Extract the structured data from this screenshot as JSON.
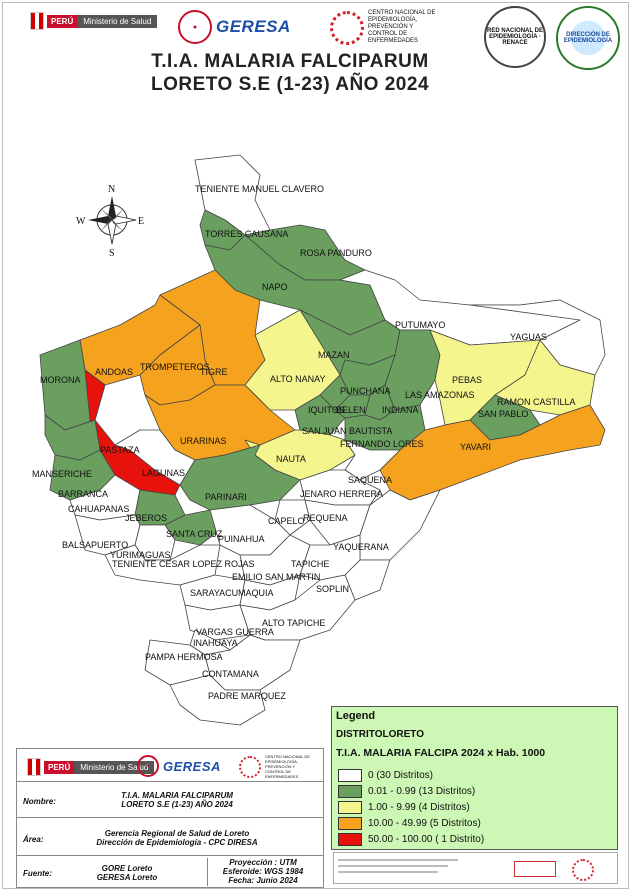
{
  "header": {
    "ministerio": {
      "tag": "PERÚ",
      "text": "Ministerio de Salud"
    },
    "geresa": "GERESA",
    "cdc_text": "CENTRO NACIONAL DE EPIDEMIOLOGÍA, PREVENCIÓN Y CONTROL DE ENFERMEDADES",
    "renace": "RED NACIONAL DE EPIDEMIOLOGÍA · RENACE",
    "diresa": "DIRECCIÓN DE EPIDEMIOLOGÍA"
  },
  "title": {
    "line1": "T.I.A. MALARIA FALCIPARUM",
    "line2": "LORETO S.E (1-23) AÑO  2024"
  },
  "compass": {
    "n": "N",
    "s": "S",
    "e": "E",
    "w": "W"
  },
  "colors": {
    "c0": "#ffffff",
    "c1": "#6a9f60",
    "c2": "#f5f58e",
    "c3": "#f5a31e",
    "c4": "#e8120c"
  },
  "districts": [
    {
      "name": "TENIENTE MANUEL CLAVERO",
      "class": 0
    },
    {
      "name": "TORRES CAUSANA",
      "class": 1
    },
    {
      "name": "ROSA PANDURO",
      "class": 1
    },
    {
      "name": "NAPO",
      "class": 1
    },
    {
      "name": "PUTUMAYO",
      "class": 0
    },
    {
      "name": "YAGUAS",
      "class": 0
    },
    {
      "name": "TIGRE",
      "class": 3
    },
    {
      "name": "ANDOAS",
      "class": 3
    },
    {
      "name": "TROMPETEROS",
      "class": 3
    },
    {
      "name": "MORONA",
      "class": 1
    },
    {
      "name": "ALTO NANAY",
      "class": 2
    },
    {
      "name": "MAZAN",
      "class": 1
    },
    {
      "name": "LAS AMAZONAS",
      "class": 1
    },
    {
      "name": "PEBAS",
      "class": 2
    },
    {
      "name": "RAMON CASTILLA",
      "class": 2
    },
    {
      "name": "SAN PABLO",
      "class": 1
    },
    {
      "name": "PUNCHANA",
      "class": 1
    },
    {
      "name": "IQUITOS",
      "class": 1
    },
    {
      "name": "BELEN",
      "class": 1
    },
    {
      "name": "INDIANA",
      "class": 1
    },
    {
      "name": "SAN JUAN BAUTISTA",
      "class": 1
    },
    {
      "name": "FERNANDO LORES",
      "class": 1
    },
    {
      "name": "PASTAZA",
      "class": 4
    },
    {
      "name": "URARINAS",
      "class": 3
    },
    {
      "name": "NAUTA",
      "class": 2
    },
    {
      "name": "YAVARI",
      "class": 3
    },
    {
      "name": "MANSERICHE",
      "class": 1
    },
    {
      "name": "LAGUNAS",
      "class": 0
    },
    {
      "name": "SAQUENA",
      "class": 0
    },
    {
      "name": "BARRANCA",
      "class": 1
    },
    {
      "name": "PARINARI",
      "class": 1
    },
    {
      "name": "JENARO HERRERA",
      "class": 0
    },
    {
      "name": "CAHUAPANAS",
      "class": 0
    },
    {
      "name": "JEBEROS",
      "class": 1
    },
    {
      "name": "CAPELO",
      "class": 0
    },
    {
      "name": "REQUENA",
      "class": 0
    },
    {
      "name": "SANTA CRUZ",
      "class": 1
    },
    {
      "name": "BALSAPUERTO",
      "class": 0
    },
    {
      "name": "YURIMAGUAS",
      "class": 0
    },
    {
      "name": "PUINAHUA",
      "class": 0
    },
    {
      "name": "YAQUERANA",
      "class": 0
    },
    {
      "name": "TENIENTE CESAR LOPEZ ROJAS",
      "class": 0
    },
    {
      "name": "EMILIO SAN MARTIN",
      "class": 0
    },
    {
      "name": "TAPICHE",
      "class": 0
    },
    {
      "name": "SOPLIN",
      "class": 0
    },
    {
      "name": "SARAYACU",
      "class": 0
    },
    {
      "name": "MAQUIA",
      "class": 0
    },
    {
      "name": "VARGAS GUERRA",
      "class": 0
    },
    {
      "name": "INAHUAYA",
      "class": 0
    },
    {
      "name": "ALTO TAPICHE",
      "class": 0
    },
    {
      "name": "PAMPA HERMOSA",
      "class": 0
    },
    {
      "name": "CONTAMANA",
      "class": 0
    },
    {
      "name": "PADRE MARQUEZ",
      "class": 0
    }
  ],
  "legend": {
    "title": "Legend",
    "layer": "DISTRITOLORETO",
    "field": "T.I.A. MALARIA FALCIPA  2024  x  Hab. 1000",
    "items": [
      {
        "label": "0 (30 Distritos)",
        "color": "#ffffff"
      },
      {
        "label": "0.01 - 0.99 (13 Distritos)",
        "color": "#6a9f60"
      },
      {
        "label": "1.00 - 9.99 (4 Distritos)",
        "color": "#f5f58e"
      },
      {
        "label": "10.00 - 49.99 (5 Distritos)",
        "color": "#f5a31e"
      },
      {
        "label": "50.00 - 100.00 ( 1 Distrito)",
        "color": "#e8120c"
      }
    ]
  },
  "info": {
    "nombre_key": "Nombre:",
    "nombre_val1": "T.I.A. MALARIA FALCIPARUM",
    "nombre_val2": "LORETO S.E (1-23) AÑO  2024",
    "area_key": "Área:",
    "area_val1": "Gerencia Regional de Salud de Loreto",
    "area_val2": "Dirección de Epidemiología - CPC DIRESA",
    "fuente_key": "Fuente:",
    "fuente_val1": "GORE Loreto",
    "fuente_val2": "GERESA Loreto",
    "proy1": "Proyección : UTM",
    "proy2": "Esferoide: WGS 1984",
    "proy3": "Fecha: Junio 2024"
  }
}
